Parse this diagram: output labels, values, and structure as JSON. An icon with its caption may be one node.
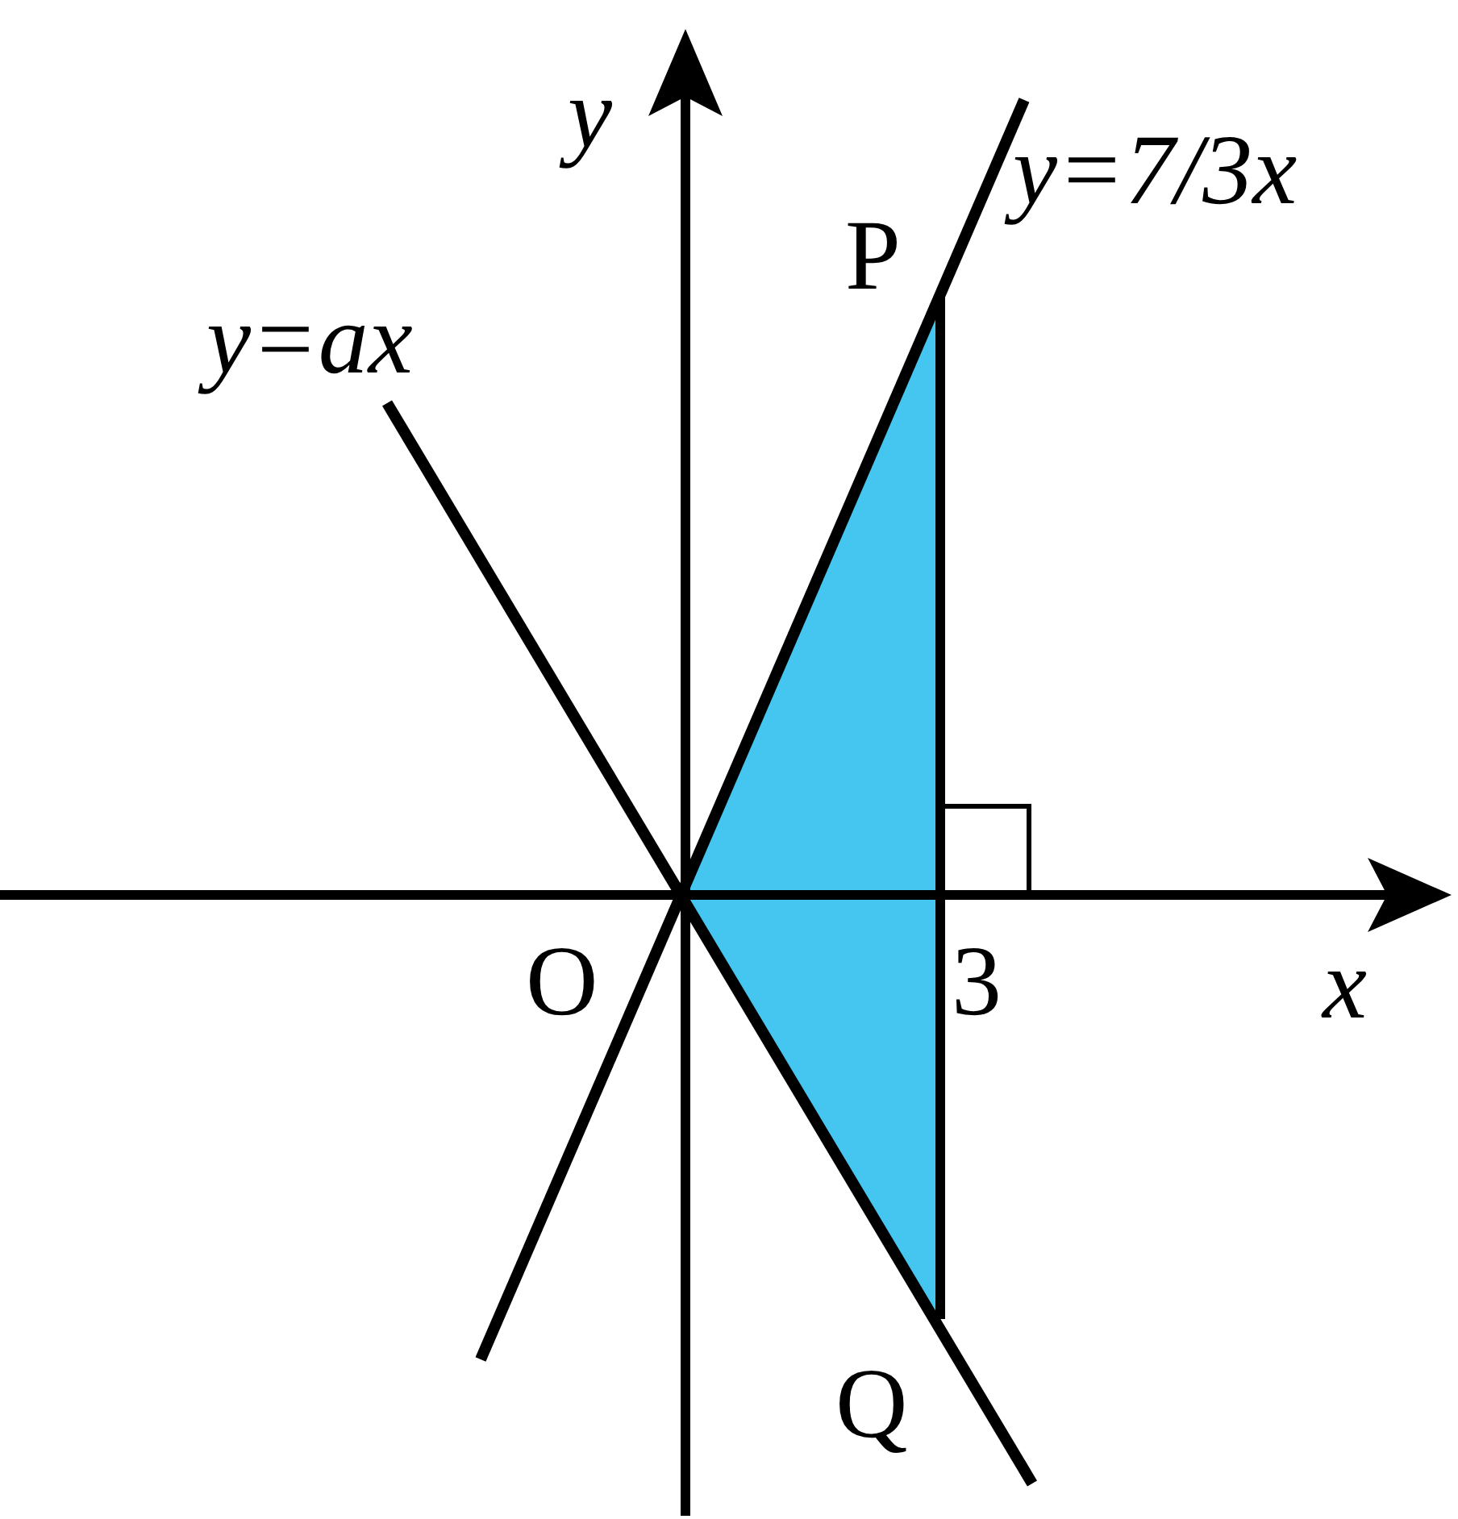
{
  "diagram": {
    "labels": [
      "y",
      "P",
      "y=7/3x",
      "y=ax",
      "O",
      "3",
      "x",
      "Q"
    ]
  }
}
